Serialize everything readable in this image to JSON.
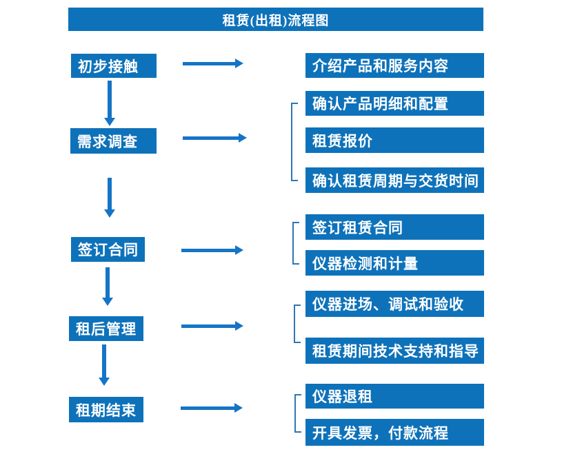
{
  "title": "租赁(出租)流程图",
  "colors": {
    "box-blue": "#0E72BA",
    "arrow-blue": "#1574C5",
    "bracket-blue": "#2E75B6",
    "text-white": "#FFFFFF",
    "page-bg": "#FFFFFF"
  },
  "flow": [
    {
      "step": "初步接触",
      "outputs": [
        "介绍产品和服务内容"
      ]
    },
    {
      "step": "需求调查",
      "outputs": [
        "确认产品明细和配置",
        "租赁报价",
        "确认租赁周期与交货时间"
      ]
    },
    {
      "step": "签订合同",
      "outputs": [
        "签订租赁合同",
        "仪器检测和计量"
      ]
    },
    {
      "step": "租后管理",
      "outputs": [
        "仪器进场、调试和验收",
        "租赁期间技术支持和指导"
      ]
    },
    {
      "step": "租期结束",
      "outputs": [
        "仪器退租",
        "开具发票，付款流程"
      ]
    }
  ]
}
